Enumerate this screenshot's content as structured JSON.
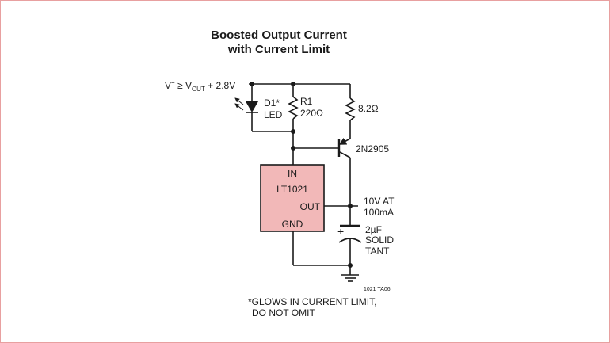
{
  "title_line1": "Boosted Output Current",
  "title_line2": "with Current Limit",
  "supply_label": {
    "v": "V",
    "plus": "+",
    "ge": " ≥ V",
    "out": "OUT",
    "rest": " + 2.8V"
  },
  "d1": {
    "name": "D1*",
    "type": "LED"
  },
  "r1": {
    "name": "R1",
    "value": "220Ω"
  },
  "r_emitter": {
    "value": "8.2Ω"
  },
  "transistor": {
    "part": "2N2905"
  },
  "ic": {
    "name": "LT1021",
    "pin_in": "IN",
    "pin_out": "OUT",
    "pin_gnd": "GND",
    "fill": "#f2b8b8"
  },
  "output": {
    "line1": "10V AT",
    "line2": "100mA"
  },
  "capacitor": {
    "line1": "2µF",
    "line2": "SOLID",
    "line3": "TANT",
    "polarity": "+"
  },
  "figure_id": "1021 TA06",
  "footnote": {
    "line1": "*GLOWS IN CURRENT LIMIT,",
    "line2": "DO NOT OMIT"
  }
}
